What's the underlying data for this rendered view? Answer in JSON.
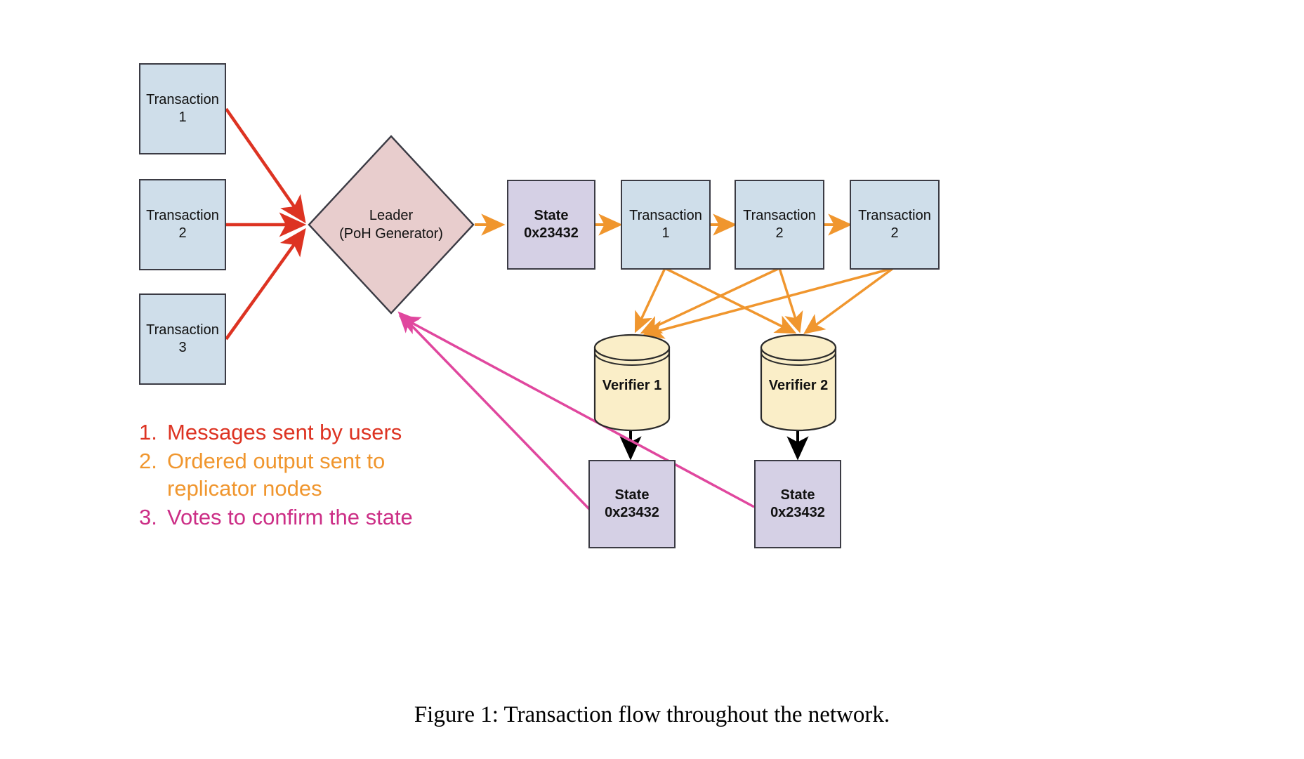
{
  "figure": {
    "caption": "Figure 1: Transaction flow throughout the network."
  },
  "colors": {
    "tx_fill": "#cfdeea",
    "state_fill": "#d5d0e5",
    "leader_fill": "#e8cdcd",
    "verifier_fill": "#faeec8",
    "node_stroke": "#3b3b44",
    "arrow_red": "#dd3322",
    "arrow_orange": "#f0962e",
    "arrow_pink": "#e0479e",
    "arrow_black": "#000000"
  },
  "incoming_transactions": [
    {
      "line1": "Transaction",
      "line2": "1"
    },
    {
      "line1": "Transaction",
      "line2": "2"
    },
    {
      "line1": "Transaction",
      "line2": "3"
    }
  ],
  "leader": {
    "line1": "Leader",
    "line2": "(PoH Generator)"
  },
  "ledger_chain": [
    {
      "line1": "State",
      "line2": "0x23432",
      "kind": "state"
    },
    {
      "line1": "Transaction",
      "line2": "1",
      "kind": "transaction"
    },
    {
      "line1": "Transaction",
      "line2": "2",
      "kind": "transaction"
    },
    {
      "line1": "Transaction",
      "line2": "2",
      "kind": "transaction"
    }
  ],
  "verifiers": [
    {
      "label": "Verifier 1"
    },
    {
      "label": "Verifier 2"
    }
  ],
  "verifier_states": [
    {
      "line1": "State",
      "line2": "0x23432"
    },
    {
      "line1": "State",
      "line2": "0x23432"
    }
  ],
  "legend": [
    {
      "number": "1.",
      "text": "Messages sent by users",
      "color": "#dd3322"
    },
    {
      "number": "2.",
      "text": "Ordered output sent to replicator nodes",
      "color": "#f0962e"
    },
    {
      "number": "3.",
      "text": "Votes to confirm the state",
      "color": "#cc2e86"
    }
  ],
  "icons": {
    "arrowhead": "arrowhead-icon",
    "cylinder": "database-cylinder-icon",
    "diamond": "decision-diamond-icon"
  }
}
